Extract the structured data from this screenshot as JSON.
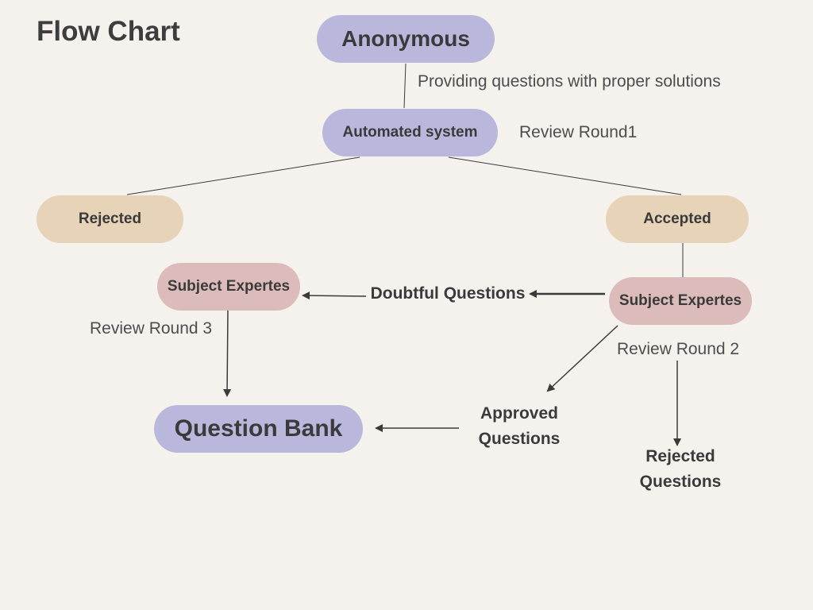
{
  "title": "Flow Chart",
  "nodes": {
    "anonymous": "Anonymous",
    "automated_system": "Automated system",
    "rejected": "Rejected",
    "accepted": "Accepted",
    "subject_experts_left": "Subject Expertes",
    "subject_experts_right": "Subject Expertes",
    "question_bank": "Question Bank"
  },
  "notes": {
    "providing": "Providing questions with proper solutions",
    "review_round_1": "Review Round1",
    "review_round_2": "Review Round 2",
    "review_round_3": "Review Round 3"
  },
  "edge_labels": {
    "doubtful": "Doubtful Questions",
    "approved_line1": "Approved",
    "approved_line2": "Questions",
    "rejected_q_line1": "Rejected",
    "rejected_q_line2": "Questions"
  },
  "colors": {
    "background": "#f5f2ee",
    "purple_node": "#b9b8dc",
    "tan_node": "#e7d3b8",
    "pink_node": "#dcbbbb",
    "connector": "#3b3a3a"
  }
}
